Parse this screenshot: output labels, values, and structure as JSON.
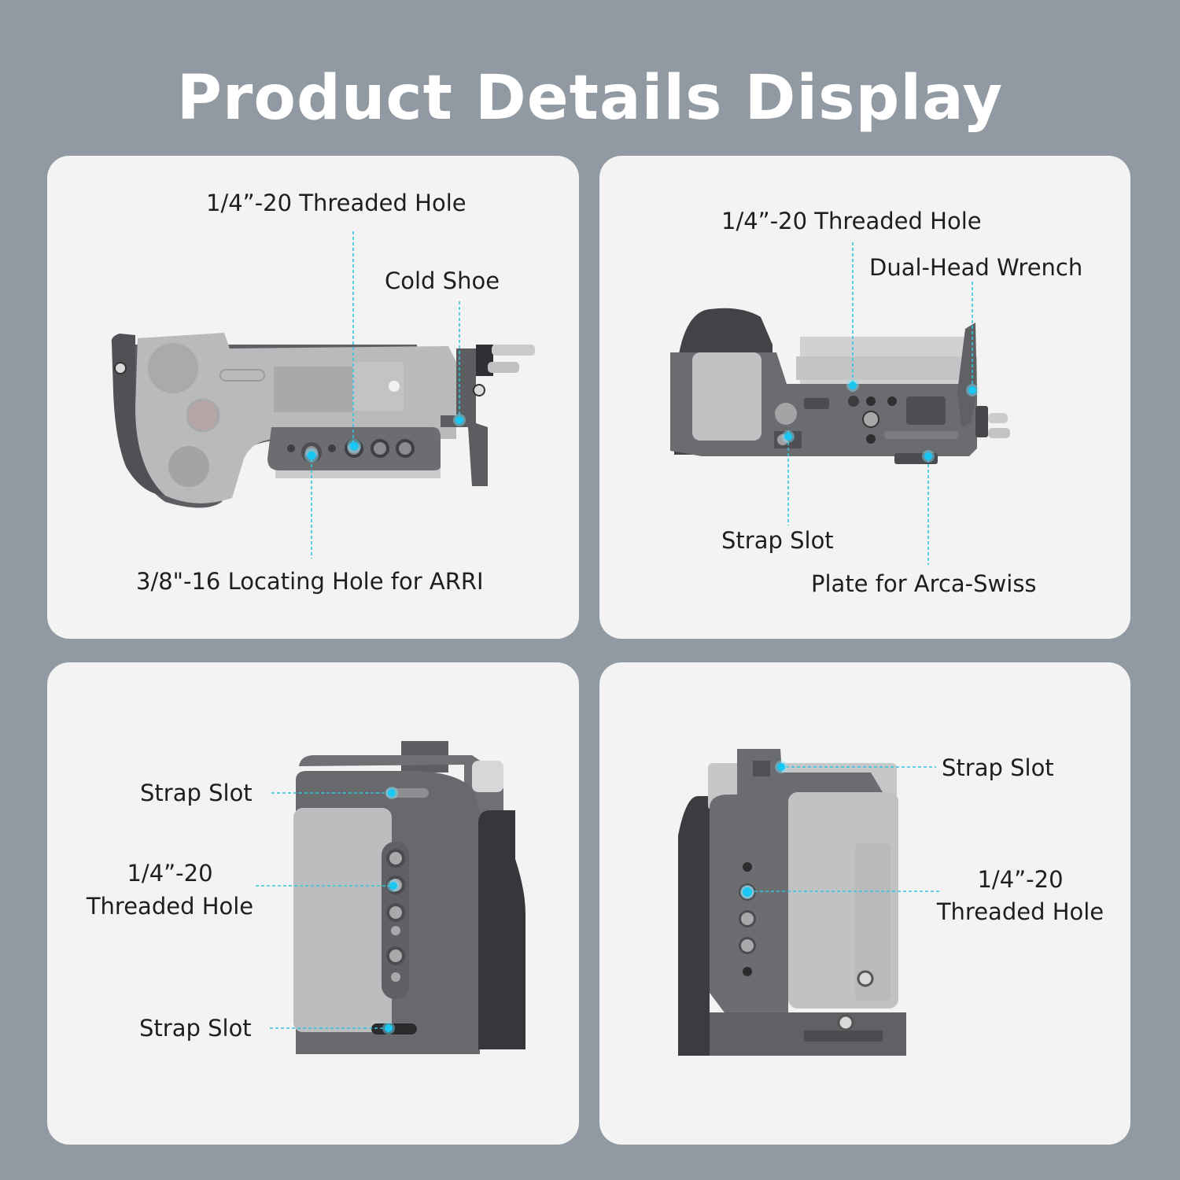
{
  "page": {
    "title": "Product Details Display",
    "background_color": "#9199a2",
    "panel_color": "#f3f3f3",
    "accent_color": "#18c8f2"
  },
  "panels": [
    {
      "view": "top",
      "callouts": [
        {
          "label": "1/4”-20 Threaded Hole"
        },
        {
          "label": "Cold Shoe"
        },
        {
          "label": "3/8\"-16 Locating Hole for ARRI"
        }
      ]
    },
    {
      "view": "bottom",
      "callouts": [
        {
          "label": "1/4”-20 Threaded Hole"
        },
        {
          "label": "Dual-Head Wrench"
        },
        {
          "label": "Strap Slot"
        },
        {
          "label": "Plate for Arca-Swiss"
        }
      ]
    },
    {
      "view": "right-side",
      "callouts": [
        {
          "label": "Strap Slot"
        },
        {
          "label_line1": "1/4”-20",
          "label_line2": "Threaded Hole"
        },
        {
          "label": "Strap Slot"
        }
      ]
    },
    {
      "view": "left-side",
      "callouts": [
        {
          "label": "Strap Slot"
        },
        {
          "label_line1": "1/4”-20",
          "label_line2": "Threaded Hole"
        }
      ]
    }
  ]
}
